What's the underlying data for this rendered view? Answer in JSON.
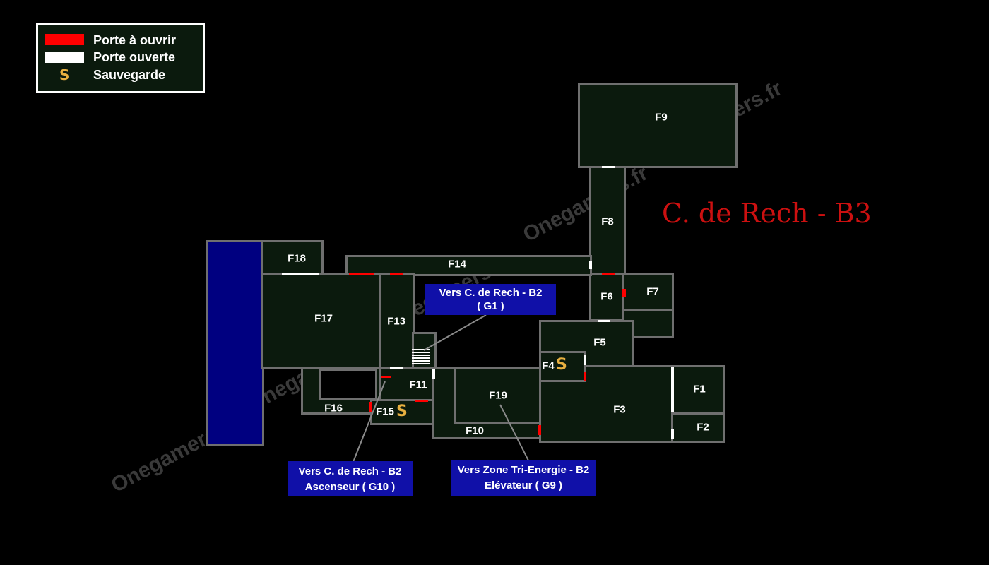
{
  "legend": {
    "door_closed_label": "Porte à ouvrir",
    "door_open_label": "Porte ouverte",
    "save_symbol": "S",
    "save_label": "Sauvegarde"
  },
  "map_title": "C. de Rech - B3",
  "rooms": {
    "f1": "F1",
    "f2": "F2",
    "f3": "F3",
    "f4": "F4",
    "f5": "F5",
    "f6": "F6",
    "f7": "F7",
    "f8": "F8",
    "f9": "F9",
    "f10": "F10",
    "f11": "F11",
    "f13": "F13",
    "f14": "F14",
    "f15": "F15",
    "f16": "F16",
    "f17": "F17",
    "f18": "F18",
    "f19": "F19"
  },
  "save_point_symbol": "S",
  "notes": {
    "g1": {
      "line1": "Vers C. de Rech - B2",
      "line2": "( G1 )"
    },
    "g10": {
      "line1": "Vers C. de Rech - B2",
      "line2": "Ascenseur ( G10 )"
    },
    "g9": {
      "line1": "Vers Zone Tri-Energie - B2",
      "line2": "Elévateur ( G9 )"
    }
  },
  "watermark": "Onegamers.fr",
  "colors": {
    "door_closed": "#ff0000",
    "door_open": "#ffffff",
    "save": "#e8b040",
    "room_fill": "#0b1a0d",
    "water": "#000080",
    "note_bg": "#1010a8",
    "title": "#cc1010"
  }
}
